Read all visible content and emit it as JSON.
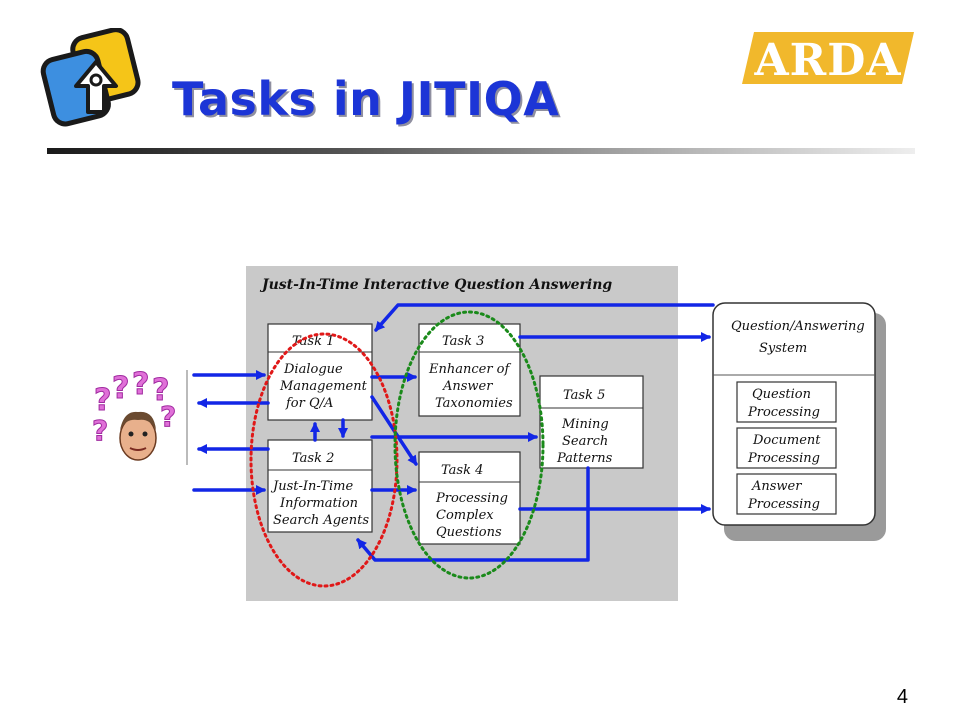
{
  "slide": {
    "title": "Tasks in JITIQA",
    "page_number": "4",
    "logo_right_text": "ARDA"
  },
  "diagram": {
    "panel_title": "Just-In-Time Interactive Question Answering",
    "task1": {
      "header": "Task 1",
      "lines": [
        "Dialogue",
        "Management",
        "for Q/A"
      ]
    },
    "task2": {
      "header": "Task 2",
      "lines": [
        "Just-In-Time",
        "Information",
        "Search Agents"
      ]
    },
    "task3": {
      "header": "Task 3",
      "lines": [
        "Enhancer of",
        "Answer",
        "Taxonomies"
      ]
    },
    "task4": {
      "header": "Task 4",
      "lines": [
        "Processing",
        "Complex",
        "Questions"
      ]
    },
    "task5": {
      "header": "Task 5",
      "lines": [
        "Mining",
        "Search",
        "Patterns"
      ]
    },
    "qa_system": {
      "title_lines": [
        "Question/Answering",
        "System"
      ],
      "modules": [
        {
          "lines": [
            "Question",
            "Processing"
          ]
        },
        {
          "lines": [
            "Document",
            "Processing"
          ]
        },
        {
          "lines": [
            "Answer",
            "Processing"
          ]
        }
      ]
    },
    "colors": {
      "arrow": "#1226e6",
      "red_ellipse": "#e01818",
      "green_ellipse": "#1a8a1a",
      "panel": "#c9c9c9"
    },
    "icons": [
      "folder-logo-icon",
      "arda-logo",
      "user-question-avatar"
    ]
  }
}
